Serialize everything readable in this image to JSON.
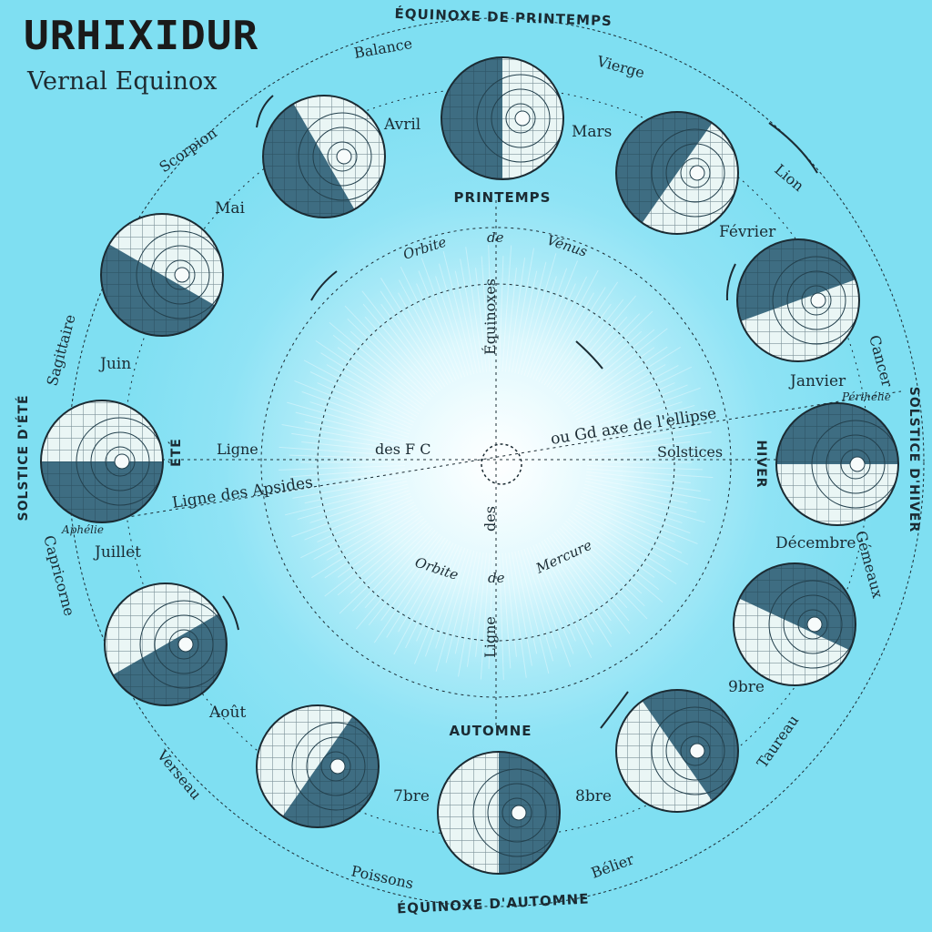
{
  "cover": {
    "artist": "URHIXIDUR",
    "title": "Vernal Equinox"
  },
  "diagram": {
    "outer_labels": {
      "top": "ÉQUINOXE DE PRINTEMPS",
      "bottom": "ÉQUINOXE D'AUTOMNE",
      "left": "SOLSTICE D'ÉTÉ",
      "right": "SOLSTICE D'HIVER"
    },
    "zodiac": [
      "Balance",
      "Vierge",
      "Lion",
      "Cancer",
      "Gémeaux",
      "Taureau",
      "Bélier",
      "Poissons",
      "Verseau",
      "Capricorne",
      "Sagittaire",
      "Scorpion"
    ],
    "months": [
      "Avril",
      "Mars",
      "Février",
      "Janvier",
      "Décembre",
      "9bre",
      "8bre",
      "7bre",
      "Août",
      "Juillet",
      "Juin",
      "Mai"
    ],
    "seasons": {
      "spring": "PRINTEMPS",
      "autumn": "AUTOMNE",
      "summer": "ÉTÉ",
      "winter": "HIVER"
    },
    "orbits": {
      "venus": [
        "Orbite",
        "de",
        "Vénus"
      ],
      "mercury": [
        "Orbite",
        "de",
        "Mercure"
      ]
    },
    "lines": {
      "equinox_top": "Équinoxes",
      "equinox_bottom": [
        "des",
        "Ligne"
      ],
      "solstice_left": "Ligne",
      "foci": "des F C",
      "solstice_right": "Solstices",
      "apsides": "Ligne des Apsides",
      "axis": "ou Gd axe de l'ellipse",
      "aphelion": "Aphélie",
      "perihelion": "Périhélie"
    }
  },
  "colors": {
    "background": "#7fe0f2",
    "ink": "#1b2b33",
    "globe_light": "#eaf6f5",
    "globe_dark": "#3e6d82"
  }
}
